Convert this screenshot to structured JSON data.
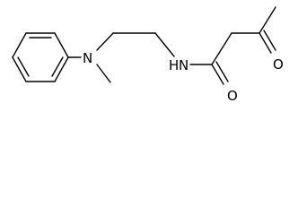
{
  "molecule": {
    "atoms": {
      "amine_nitrogen": "N",
      "amide_nitrogen": "N",
      "amide_hydrogen": "H",
      "amide_oxygen": "O",
      "ketone_oxygen": "O"
    },
    "colors": {
      "bond": "#000000",
      "label": "#000000",
      "background": "#ffffff"
    }
  }
}
